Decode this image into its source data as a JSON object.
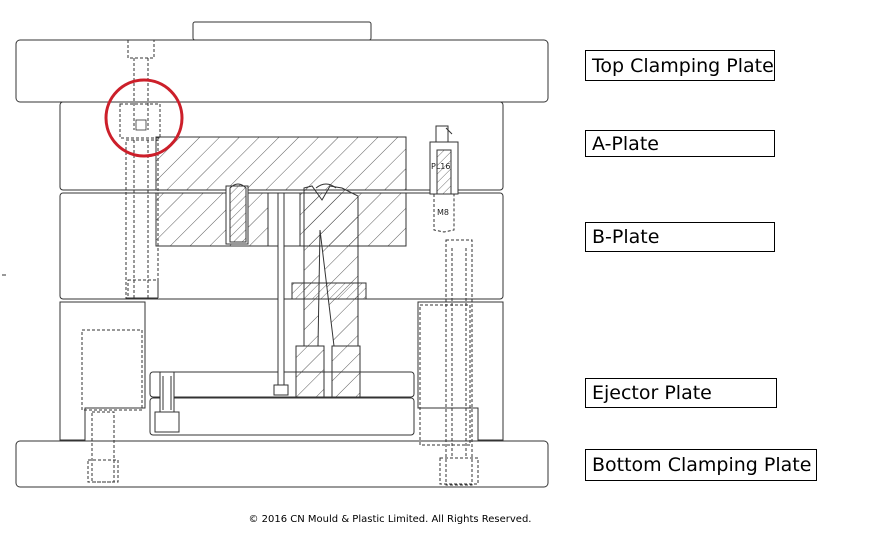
{
  "labels": {
    "top_clamping_plate": "Top Clamping Plate",
    "a_plate": "A-Plate",
    "b_plate": "B-Plate",
    "ejector_plate": "Ejector Plate",
    "bottom_clamping_plate": "Bottom Clamping Plate"
  },
  "part_marks": {
    "pin_size": "PL16",
    "screw_size": "M8"
  },
  "copyright": "© 2016 CN Mould & Plastic Limited. All Rights Reserved.",
  "colors": {
    "line": "#333333",
    "highlight_circle": "#cc1f2a",
    "background": "#ffffff"
  }
}
